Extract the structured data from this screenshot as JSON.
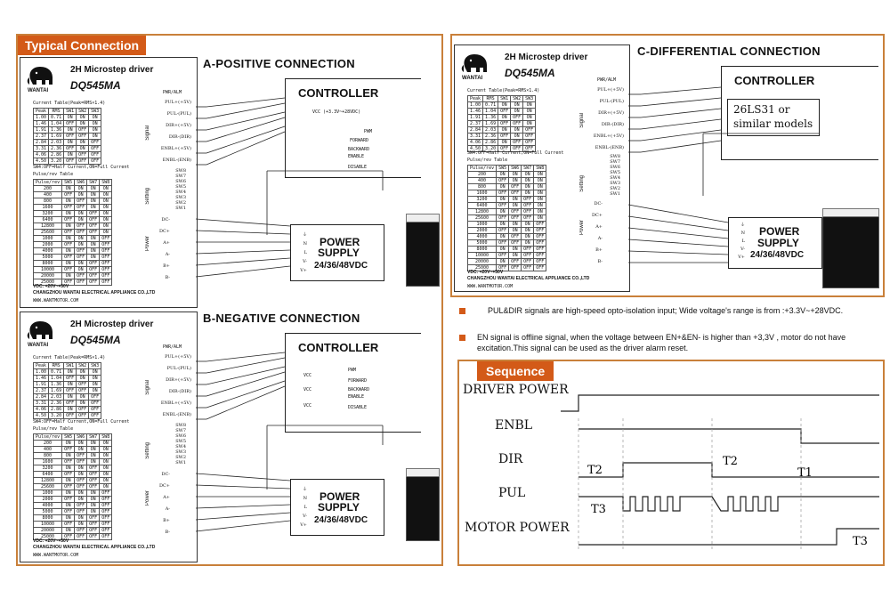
{
  "typical": {
    "header": "Typical Connection",
    "a_title": "A-POSITIVE CONNECTION",
    "b_title": "B-NEGATIVE CONNECTION"
  },
  "c_panel": {
    "title": "C-DIFFERENTIAL CONNECTION",
    "chip_line1": "26LS31 or",
    "chip_line2": "similar models"
  },
  "driver": {
    "brand_line": "2H Microstep driver",
    "model": "DQ545MA",
    "wantai": "WANTAI",
    "current_title": "Current Table(Peak=RMS×1.4)",
    "current_headers": [
      "Peak",
      "RMS",
      "SW1",
      "SW2",
      "SW3"
    ],
    "current_rows": [
      [
        "1.00",
        "0.71",
        "ON",
        "ON",
        "ON"
      ],
      [
        "1.46",
        "1.04",
        "OFF",
        "ON",
        "ON"
      ],
      [
        "1.91",
        "1.36",
        "ON",
        "OFF",
        "ON"
      ],
      [
        "2.37",
        "1.69",
        "OFF",
        "OFF",
        "ON"
      ],
      [
        "2.84",
        "2.03",
        "ON",
        "ON",
        "OFF"
      ],
      [
        "3.31",
        "2.36",
        "OFF",
        "ON",
        "OFF"
      ],
      [
        "4.06",
        "2.86",
        "ON",
        "OFF",
        "OFF"
      ],
      [
        "4.50",
        "3.20",
        "OFF",
        "OFF",
        "OFF"
      ]
    ],
    "sw4_note": "SW4:OFF=Half Current,ON=Full Current",
    "pulse_title": "Pulse/rev Table",
    "pulse_headers": [
      "Pulse/rev",
      "SW5",
      "SW6",
      "SW7",
      "SW8"
    ],
    "pulse_rows": [
      [
        "200",
        "ON",
        "ON",
        "ON",
        "ON"
      ],
      [
        "400",
        "OFF",
        "ON",
        "ON",
        "ON"
      ],
      [
        "800",
        "ON",
        "OFF",
        "ON",
        "ON"
      ],
      [
        "1600",
        "OFF",
        "OFF",
        "ON",
        "ON"
      ],
      [
        "3200",
        "ON",
        "ON",
        "OFF",
        "ON"
      ],
      [
        "6400",
        "OFF",
        "ON",
        "OFF",
        "ON"
      ],
      [
        "12800",
        "ON",
        "OFF",
        "OFF",
        "ON"
      ],
      [
        "25600",
        "OFF",
        "OFF",
        "OFF",
        "ON"
      ],
      [
        "1000",
        "ON",
        "ON",
        "ON",
        "OFF"
      ],
      [
        "2000",
        "OFF",
        "ON",
        "ON",
        "OFF"
      ],
      [
        "4000",
        "ON",
        "OFF",
        "ON",
        "OFF"
      ],
      [
        "5000",
        "OFF",
        "OFF",
        "ON",
        "OFF"
      ],
      [
        "8000",
        "ON",
        "ON",
        "OFF",
        "OFF"
      ],
      [
        "10000",
        "OFF",
        "ON",
        "OFF",
        "OFF"
      ],
      [
        "20000",
        "ON",
        "OFF",
        "OFF",
        "OFF"
      ],
      [
        "25000",
        "OFF",
        "OFF",
        "OFF",
        "OFF"
      ]
    ],
    "vdc": "VDC: +20V~+50V",
    "company": "CHANGZHOU WANTAI ELECTRICAL APPLIANCE CO.,LTD",
    "website": "WWW.WANTMOTOR.COM",
    "pwr_alm": "PWR/ALM",
    "signal_pins": [
      "PUL+(+5V)",
      "PUL-(PUL)",
      "DIR+(+5V)",
      "DIR-(DIR)",
      "ENBL+(+5V)",
      "ENBL-(ENB)"
    ],
    "signal_label": "Signal",
    "setting_label": "Setting",
    "power_label": "Power",
    "sw_labels": [
      "SW8",
      "SW7",
      "SW6",
      "SW5",
      "SW4",
      "SW3",
      "SW2",
      "SW1"
    ],
    "power_pins": [
      "DC-",
      "DC+",
      "A+",
      "A-",
      "B+",
      "B-"
    ]
  },
  "controller": {
    "label": "CONTROLLER",
    "vcc_pos": "VCC (+3.3V~+28VDC)",
    "vcc": "VCC",
    "pwm": "PWM",
    "forward": "FORWARD",
    "backward": "BACKWARD",
    "enable": "ENABLE",
    "disable": "DISABLE"
  },
  "power_supply": {
    "line1": "POWER",
    "line2": "SUPPLY",
    "line3": "24/36/48VDC",
    "terminals": [
      "⏚",
      "N",
      "L",
      "V-",
      "V+"
    ]
  },
  "notes": {
    "note1": "PUL&DIR signals are high-speed opto-isolation input;  Wide voltage's range is from :+3.3V~+28VDC.",
    "note2": "EN signal is offline signal, when the voltage between EN+&EN- is higher than +3,3V , motor do not have excitation.This signal can be used as the driver alarm reset."
  },
  "sequence": {
    "header": "Sequence",
    "signals": [
      "DRIVER POWER",
      "ENBL",
      "DIR",
      "PUL",
      "MOTOR POWER"
    ],
    "timing": [
      "T2",
      "T2",
      "T1",
      "T3",
      "T3"
    ]
  },
  "colors": {
    "accent": "#d35a18",
    "border": "#c9803a"
  }
}
